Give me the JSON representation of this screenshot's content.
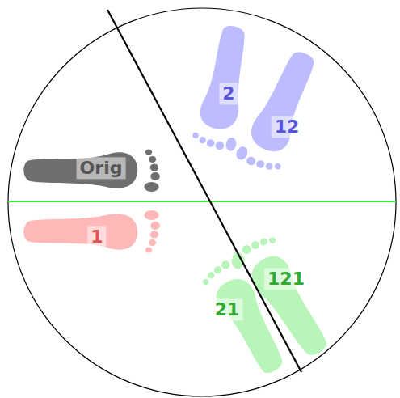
{
  "diagram": {
    "nodes": [
      {
        "text": [
          "Orig"
        ]
      },
      {
        "text": [
          "1"
        ]
      },
      {
        "text": [
          "2"
        ]
      },
      {
        "text": [
          "12"
        ]
      },
      {
        "text": [
          "21"
        ]
      },
      {
        "text": [
          "121"
        ]
      }
    ]
  }
}
